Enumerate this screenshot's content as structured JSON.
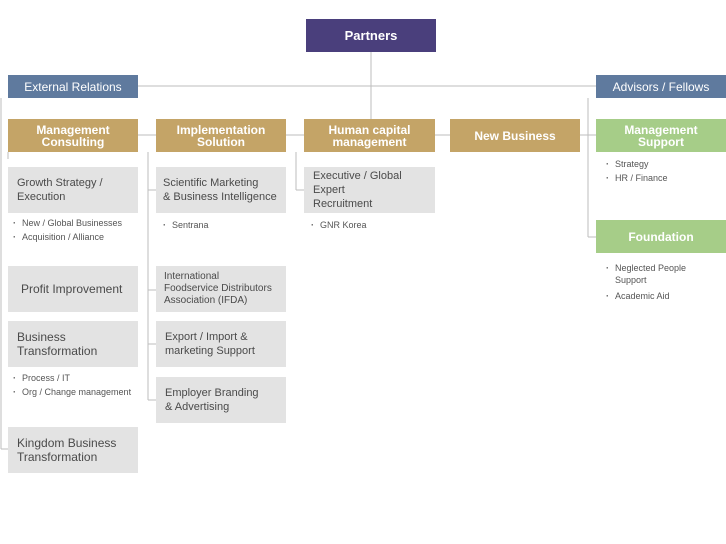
{
  "partners": "Partners",
  "external_relations": "External Relations",
  "advisors": "Advisors / Fellows",
  "columns": {
    "management_consulting": "Management\nConsulting",
    "implementation_solution": "Implementation\nSolution",
    "human_capital": "Human capital\nmanagement",
    "new_business": "New Business",
    "management_support": "Management\nSupport",
    "foundation": "Foundation"
  },
  "consulting": {
    "growth": "Growth Strategy /\nExecution",
    "growth_items": [
      "New / Global Businesses",
      "Acquisition / Alliance"
    ],
    "profit": "Profit Improvement",
    "business_transformation": "Business\nTransformation",
    "bt_items": [
      "Process / IT",
      "Org / Change management"
    ],
    "kingdom": "Kingdom Business\nTransformation"
  },
  "implementation": {
    "scientific": "Scientific Marketing\n& Business Intelligence",
    "scientific_items": [
      "Sentrana"
    ],
    "ifda": "International\nFoodservice Distributors\nAssociation (IFDA)",
    "export": "Export / Import &\nmarketing Support",
    "employer": "Employer Branding\n& Advertising"
  },
  "human_capital": {
    "executive": "Executive / Global Expert\nRecruitment",
    "items": [
      "GNR Korea"
    ]
  },
  "management_support_items": [
    "Strategy",
    "HR / Finance"
  ],
  "foundation_items": [
    "Neglected People\nSupport",
    "Academic Aid"
  ],
  "colors": {
    "partners": "#4a3f7c",
    "relations": "#5f7a9e",
    "division": "#c4a467",
    "support": "#a6cd88",
    "unit": "#e3e3e3",
    "connector": "#bdbdbd"
  }
}
